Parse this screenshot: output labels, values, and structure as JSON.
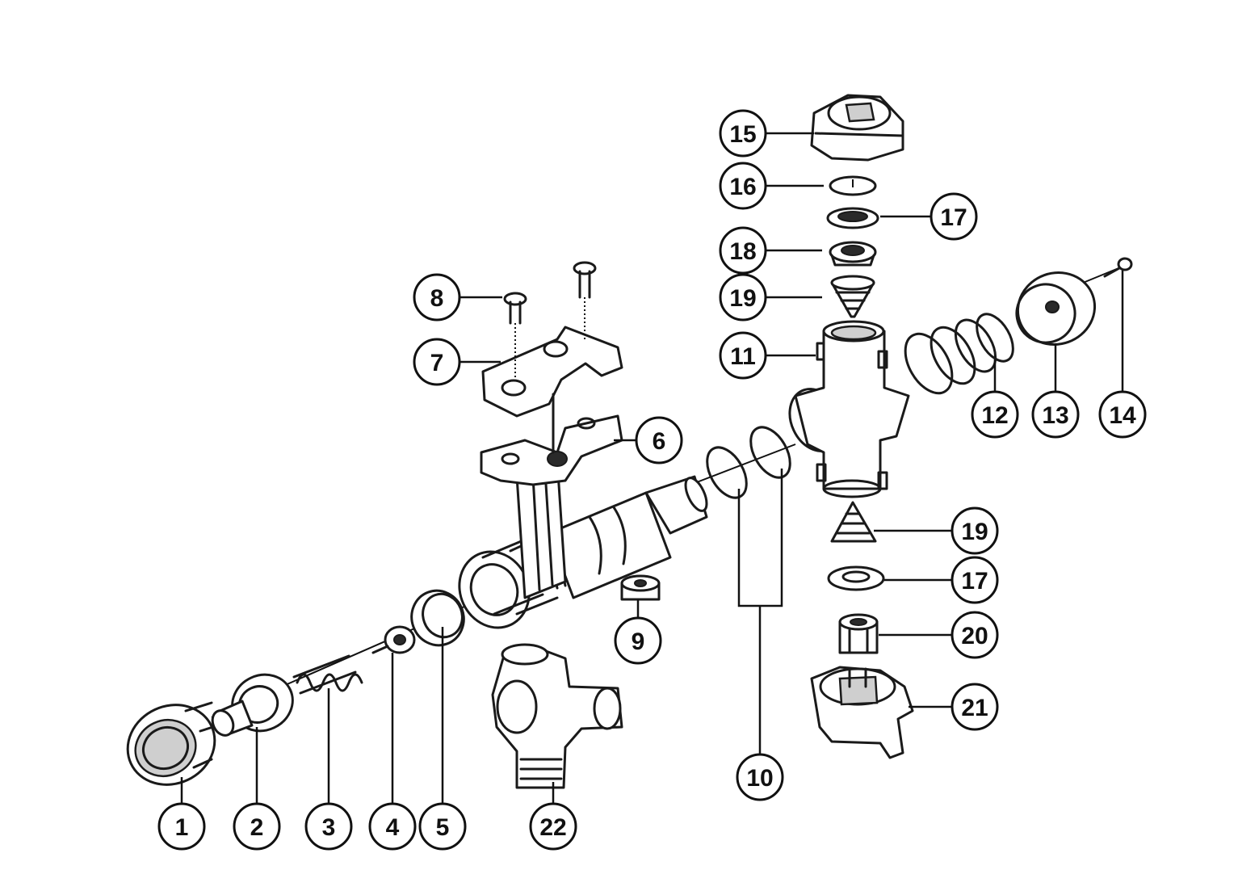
{
  "callouts": {
    "c1": "1",
    "c2": "2",
    "c3": "3",
    "c4": "4",
    "c5": "5",
    "c6": "6",
    "c7": "7",
    "c8": "8",
    "c9": "9",
    "c10": "10",
    "c11": "11",
    "c12": "12",
    "c13": "13",
    "c14": "14",
    "c15": "15",
    "c16": "16",
    "c17a": "17",
    "c18": "18",
    "c19a": "19",
    "c19b": "19",
    "c17b": "17",
    "c20": "20",
    "c21": "21",
    "c22": "22"
  },
  "colors": {
    "line": "#1a1a1a",
    "background": "#ffffff",
    "shade": "#cfcfcf"
  }
}
